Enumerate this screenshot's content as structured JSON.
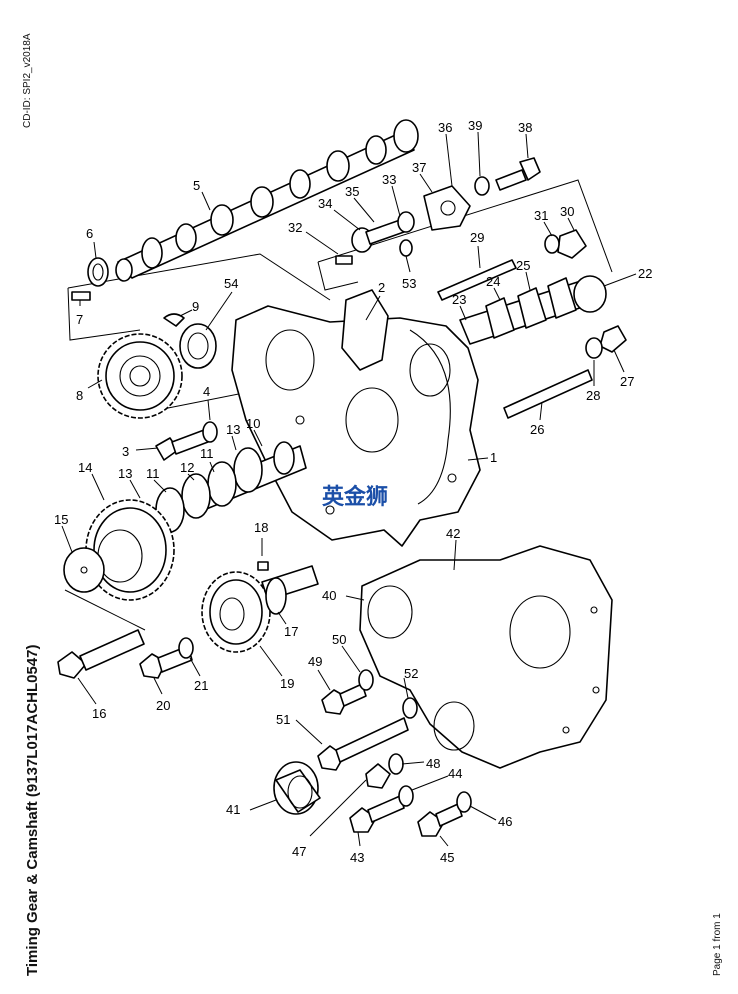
{
  "header": {
    "cd_id": "CD-ID: SPI2_v2018A"
  },
  "footer": {
    "title": "Timing Gear & Camshaft (9137L017ACHL0547)",
    "page": "Page 1 from 1"
  },
  "watermark": "英金狮",
  "callouts": [
    "1",
    "2",
    "3",
    "4",
    "5",
    "6",
    "7",
    "8",
    "9",
    "10",
    "11",
    "11",
    "12",
    "13",
    "13",
    "14",
    "15",
    "16",
    "17",
    "18",
    "19",
    "20",
    "21",
    "22",
    "23",
    "24",
    "25",
    "26",
    "27",
    "28",
    "29",
    "30",
    "31",
    "32",
    "33",
    "34",
    "35",
    "36",
    "37",
    "38",
    "39",
    "40",
    "41",
    "42",
    "43",
    "44",
    "45",
    "46",
    "47",
    "48",
    "49",
    "50",
    "51",
    "52",
    "53",
    "54"
  ],
  "colors": {
    "ink": "#000000",
    "watermark": "#1b4fa8"
  }
}
